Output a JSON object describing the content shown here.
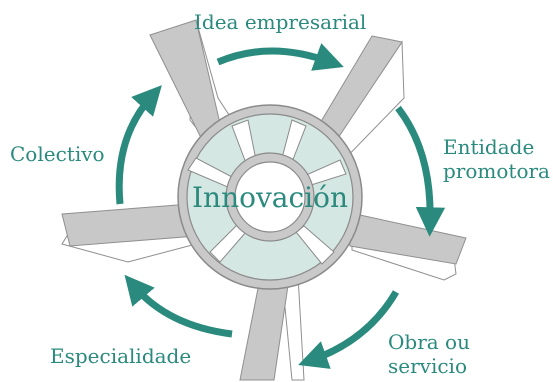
{
  "diagram": {
    "center_label": "Innovación",
    "stages": [
      {
        "id": "idea",
        "label": [
          "Idea empresarial"
        ]
      },
      {
        "id": "entidade",
        "label": [
          "Entidade",
          "promotora"
        ]
      },
      {
        "id": "obra",
        "label": [
          "Obra ou",
          "servicio"
        ]
      },
      {
        "id": "especialidade",
        "label": [
          "Especialidade"
        ]
      },
      {
        "id": "colectivo",
        "label": [
          "Colectivo"
        ]
      }
    ]
  },
  "colors": {
    "accent": "#2a8a7d",
    "blade_fill": "#c8c8c8",
    "blade_stroke": "#8f8f8f",
    "ring_fill": "#d5e7e2"
  }
}
